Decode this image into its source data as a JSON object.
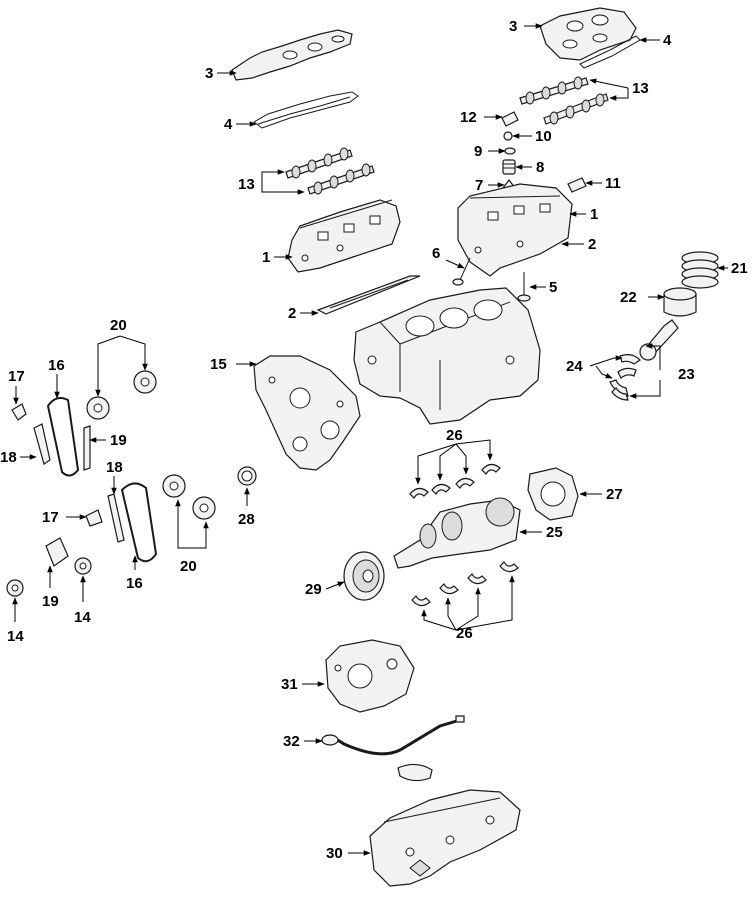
{
  "diagram": {
    "callouts": [
      {
        "id": "c3a",
        "text": "3"
      },
      {
        "id": "c3b",
        "text": "3"
      },
      {
        "id": "c4a",
        "text": "4"
      },
      {
        "id": "c4b",
        "text": "4"
      },
      {
        "id": "c13a",
        "text": "13"
      },
      {
        "id": "c13b",
        "text": "13"
      },
      {
        "id": "c12",
        "text": "12"
      },
      {
        "id": "c10",
        "text": "10"
      },
      {
        "id": "c9",
        "text": "9"
      },
      {
        "id": "c8",
        "text": "8"
      },
      {
        "id": "c7",
        "text": "7"
      },
      {
        "id": "c11",
        "text": "11"
      },
      {
        "id": "c1a",
        "text": "1"
      },
      {
        "id": "c1b",
        "text": "1"
      },
      {
        "id": "c2a",
        "text": "2"
      },
      {
        "id": "c2b",
        "text": "2"
      },
      {
        "id": "c6",
        "text": "6"
      },
      {
        "id": "c5",
        "text": "5"
      },
      {
        "id": "c21",
        "text": "21"
      },
      {
        "id": "c22",
        "text": "22"
      },
      {
        "id": "c23",
        "text": "23"
      },
      {
        "id": "c24",
        "text": "24"
      },
      {
        "id": "c20a",
        "text": "20"
      },
      {
        "id": "c20b",
        "text": "20"
      },
      {
        "id": "c17a",
        "text": "17"
      },
      {
        "id": "c17b",
        "text": "17"
      },
      {
        "id": "c16a",
        "text": "16"
      },
      {
        "id": "c16b",
        "text": "16"
      },
      {
        "id": "c18a",
        "text": "18"
      },
      {
        "id": "c18b",
        "text": "18"
      },
      {
        "id": "c19a",
        "text": "19"
      },
      {
        "id": "c19b",
        "text": "19"
      },
      {
        "id": "c15",
        "text": "15"
      },
      {
        "id": "c26a",
        "text": "26"
      },
      {
        "id": "c26b",
        "text": "26"
      },
      {
        "id": "c27",
        "text": "27"
      },
      {
        "id": "c28",
        "text": "28"
      },
      {
        "id": "c25",
        "text": "25"
      },
      {
        "id": "c29",
        "text": "29"
      },
      {
        "id": "c14a",
        "text": "14"
      },
      {
        "id": "c14b",
        "text": "14"
      },
      {
        "id": "c31",
        "text": "31"
      },
      {
        "id": "c32",
        "text": "32"
      },
      {
        "id": "c30",
        "text": "30"
      }
    ]
  }
}
